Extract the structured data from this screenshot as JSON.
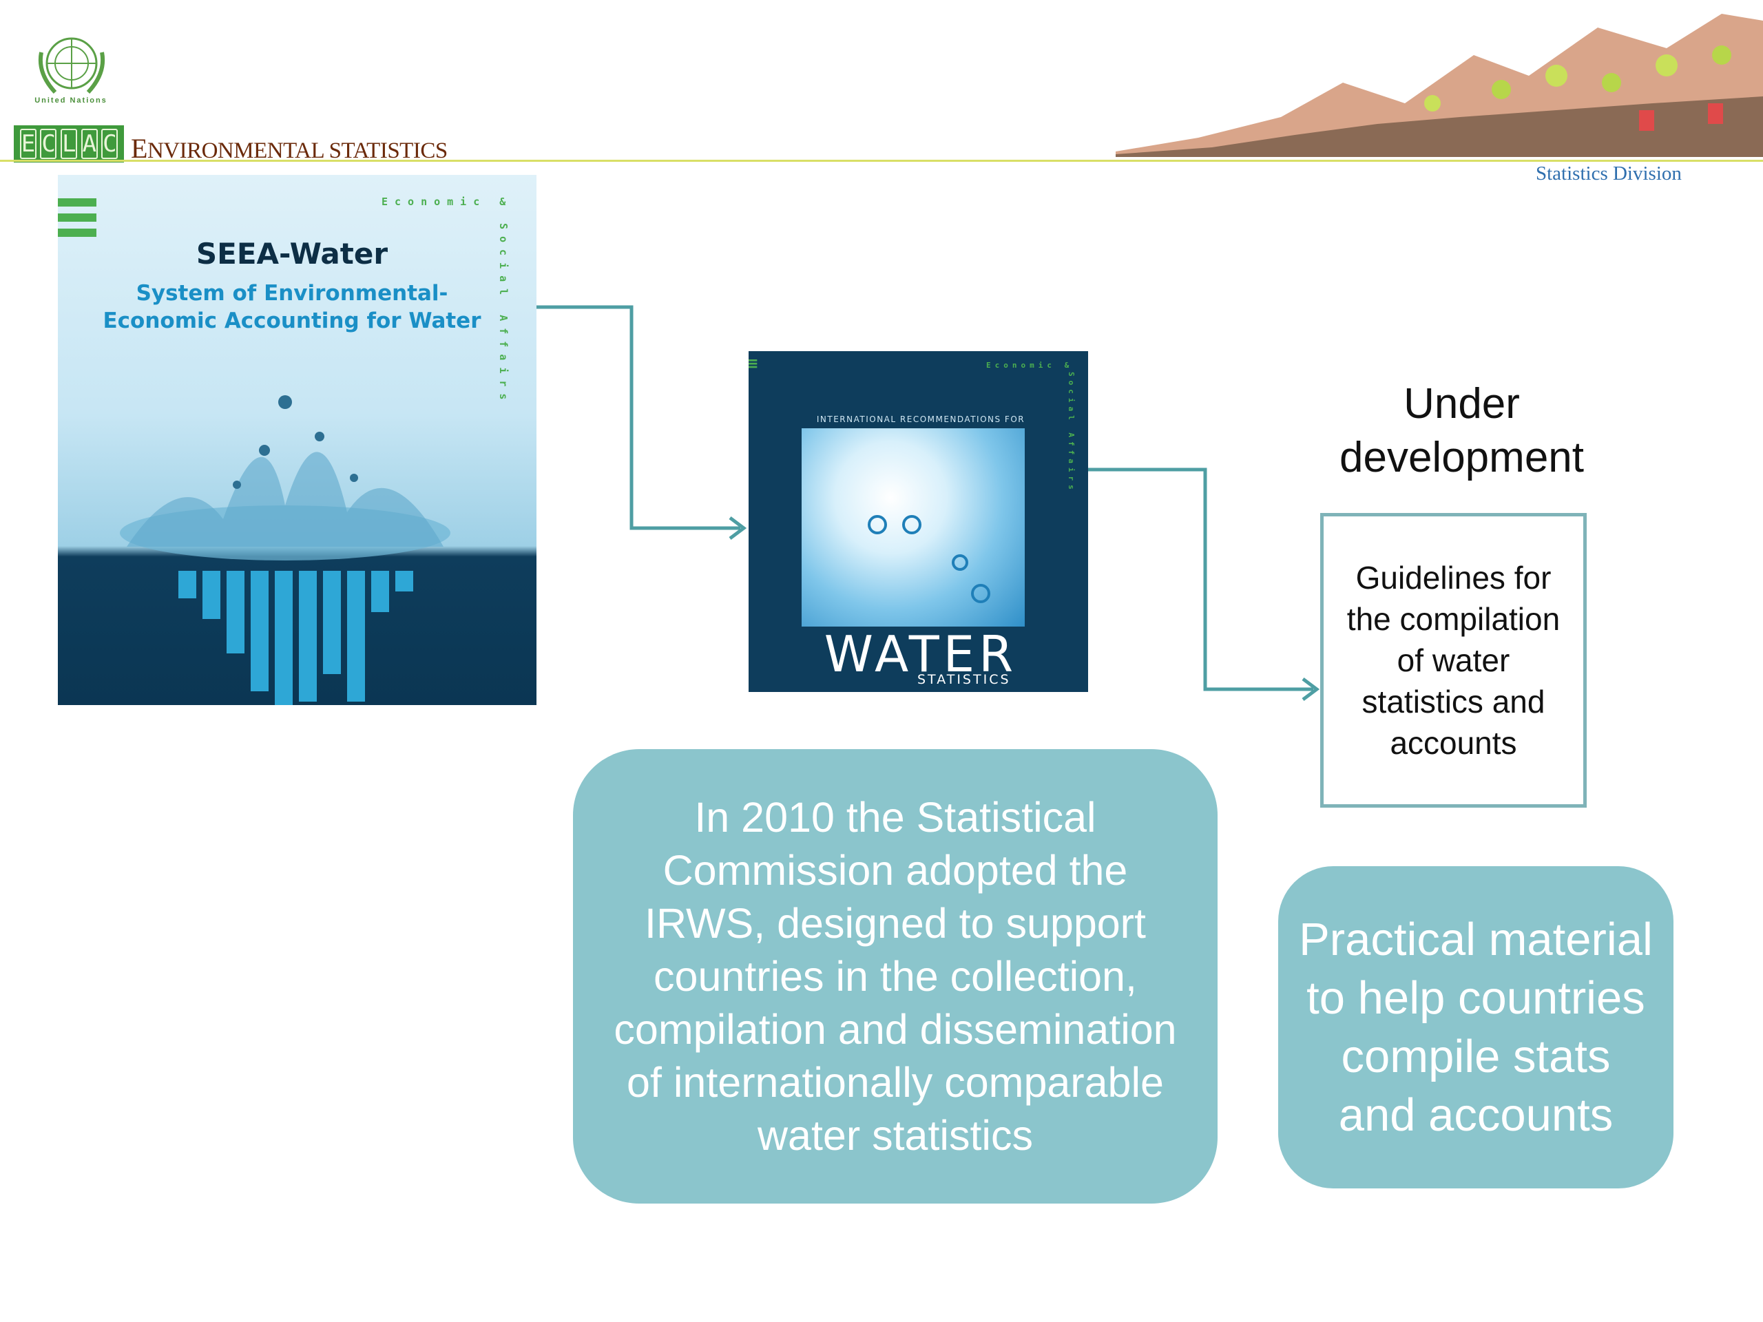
{
  "header": {
    "un_caption": "United Nations",
    "eclac_letters": [
      "E",
      "C",
      "L",
      "A",
      "C"
    ],
    "env_title_cap": "E",
    "env_title_rest": "NVIRONMENTAL STATISTICS",
    "statistics_division": "Statistics Division"
  },
  "seea_cover": {
    "title": "SEEA-Water",
    "subtitle": "System of Environmental-Economic Accounting for Water",
    "econ_label": "Economic &",
    "social_label": "Social Affairs"
  },
  "irws_cover": {
    "intl_label": "INTERNATIONAL RECOMMENDATIONS FOR",
    "word": "WATER",
    "sub": "STATISTICS",
    "econ_label": "Economic &",
    "social_label": "Social Affairs"
  },
  "under_development": "Under development",
  "guidelines": "Guidelines for the compilation of water statistics and accounts",
  "irws_bubble": "In 2010 the Statistical Commission adopted the IRWS, designed to support countries in the collection, compilation and dissemination of internationally comparable water statistics",
  "practical_bubble": "Practical material to help countries compile stats and accounts",
  "colors": {
    "bubble": "#8bc5cc",
    "connector": "#4e9ea3",
    "cover_dark": "#0e3d5c",
    "un_green": "#4caf50"
  }
}
